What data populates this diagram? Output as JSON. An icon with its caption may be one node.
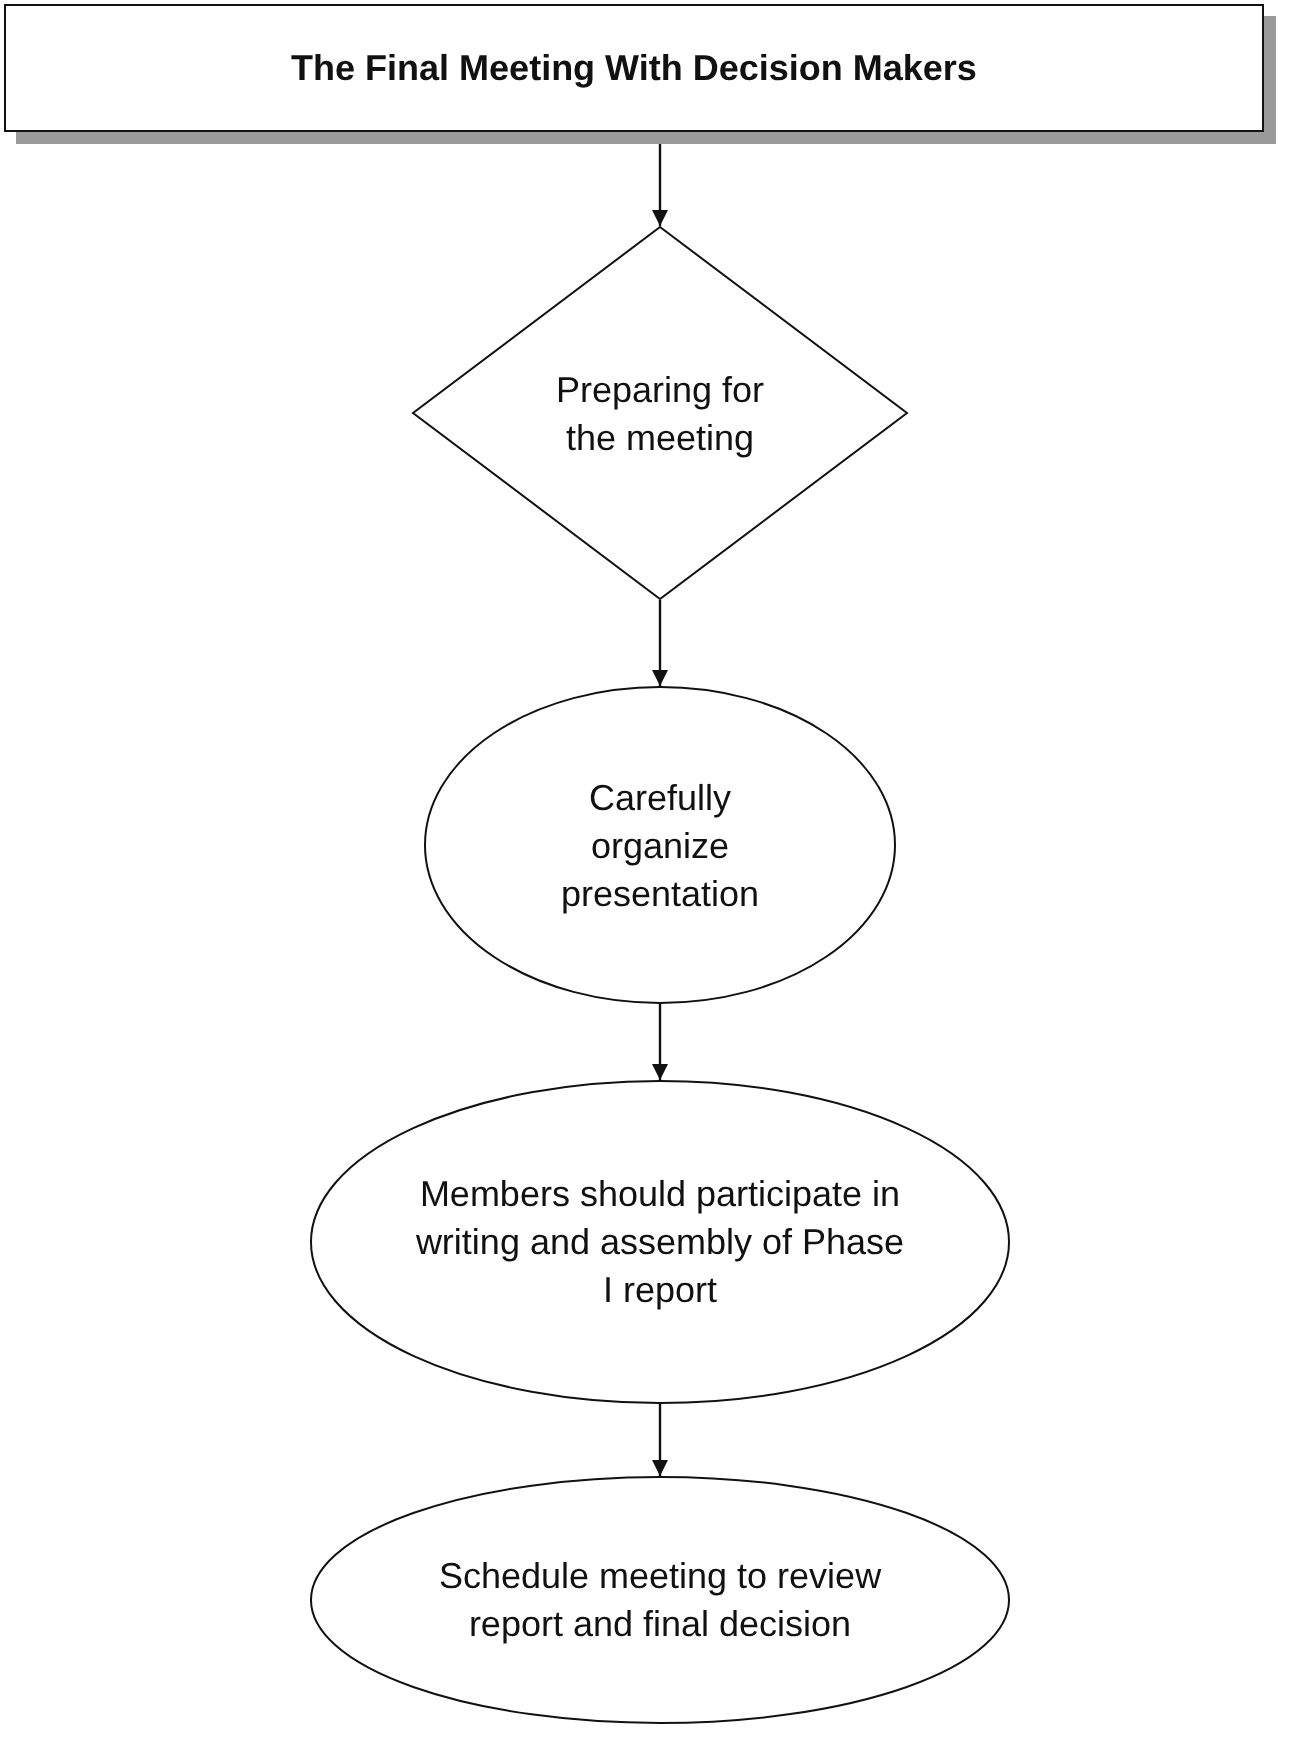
{
  "diagram": {
    "nodes": [
      {
        "text": [
          "The Final Meeting With Decision Makers"
        ]
      },
      {
        "text": [
          "Preparing for the meeting"
        ]
      },
      {
        "text": [
          "Carefully organize presentation"
        ]
      },
      {
        "text": [
          "Members should participate in writing and assembly of Phase I report"
        ]
      },
      {
        "text": [
          "Schedule meeting to review report and final decision"
        ]
      }
    ],
    "edges": [
      {
        "from": 0,
        "to": 1,
        "arrow": "to"
      },
      {
        "from": 1,
        "to": 2,
        "arrow": "to"
      },
      {
        "from": 2,
        "to": 3,
        "arrow": "to"
      },
      {
        "from": 3,
        "to": 4,
        "arrow": "to"
      }
    ]
  }
}
